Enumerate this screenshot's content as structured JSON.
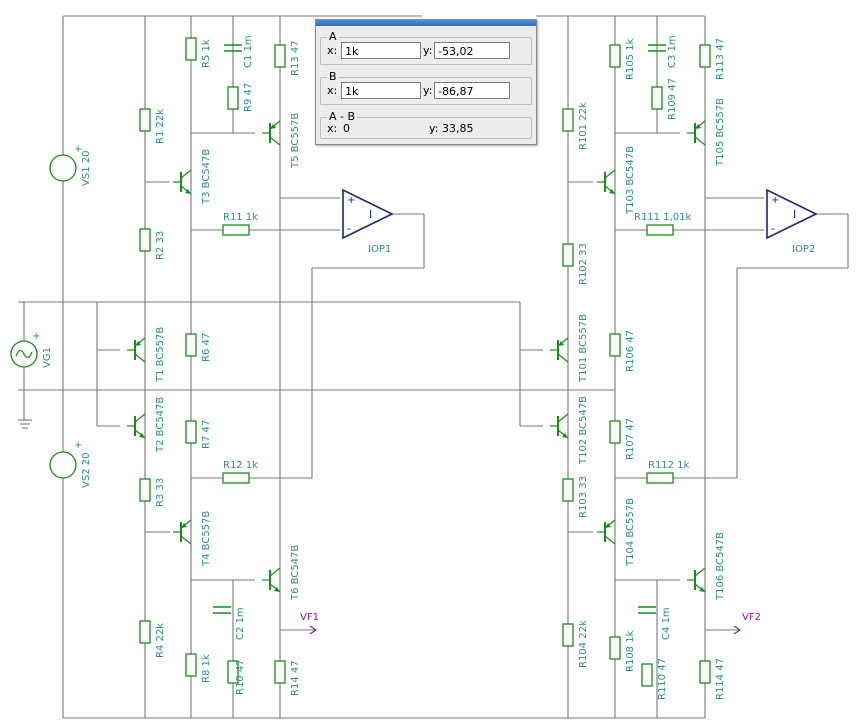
{
  "schematic": {
    "wire_color": "#777777",
    "part_color": "#1a8c1a",
    "label_color": "#2d8c8c",
    "opamp_color": "#1a237e",
    "net_label_color": "#8b1a8b",
    "labels": {
      "vs1": "VS1 20",
      "vs2": "VS2 20",
      "vg1": "VG1",
      "r1": "R1 22k",
      "r2": "R2 33",
      "r3": "R3 33",
      "r4": "R4 22k",
      "r5": "R5 1k",
      "r6": "R6 47",
      "r7": "R7 47",
      "r8": "R8 1k",
      "r9": "R9 47",
      "r10": "R10 47",
      "r11": "R11 1k",
      "r12": "R12 1k",
      "r13": "R13 47",
      "r14": "R14 47",
      "c1": "C1 1m",
      "c2": "C2 1m",
      "t1": "T1 BC557B",
      "t2": "T2 BC547B",
      "t3": "T3 BC547B",
      "t4": "T4 BC557B",
      "t5": "T5 BC557B",
      "t6": "T6 BC547B",
      "iop1": "IOP1",
      "vf1": "VF1",
      "r101": "R101 22k",
      "r102": "R102 33",
      "r103": "R103 33",
      "r104": "R104 22k",
      "r105": "R105 1k",
      "r106": "R106 47",
      "r107": "R107 47",
      "r108": "R108 1k",
      "r109": "R109 47",
      "r110": "R110 47",
      "r111": "R111 1,01k",
      "r112": "R112 1k",
      "r113": "R113 47",
      "r114": "R114 47",
      "c3": "C3 1m",
      "c4": "C4 1m",
      "t101": "T101 BC557B",
      "t102": "T102 BC547B",
      "t103": "T103 BC547B",
      "t104": "T104 BC557B",
      "t105": "T105 BC557B",
      "t106": "T106 BC547B",
      "iop2": "IOP2",
      "vf2": "VF2",
      "plus": "+",
      "minus": "-",
      "opamp_symbol": "I"
    }
  },
  "dialog": {
    "group_a": {
      "title": "A",
      "x_label": "x:",
      "x_value": "1k",
      "y_label": "y:",
      "y_value": "-53,02"
    },
    "group_b": {
      "title": "B",
      "x_label": "x:",
      "x_value": "1k",
      "y_label": "y:",
      "y_value": "-86,87"
    },
    "group_diff": {
      "title": "A - B",
      "x_label": "x:",
      "x_value": "0",
      "y_label": "y:",
      "y_value": "33,85"
    }
  }
}
